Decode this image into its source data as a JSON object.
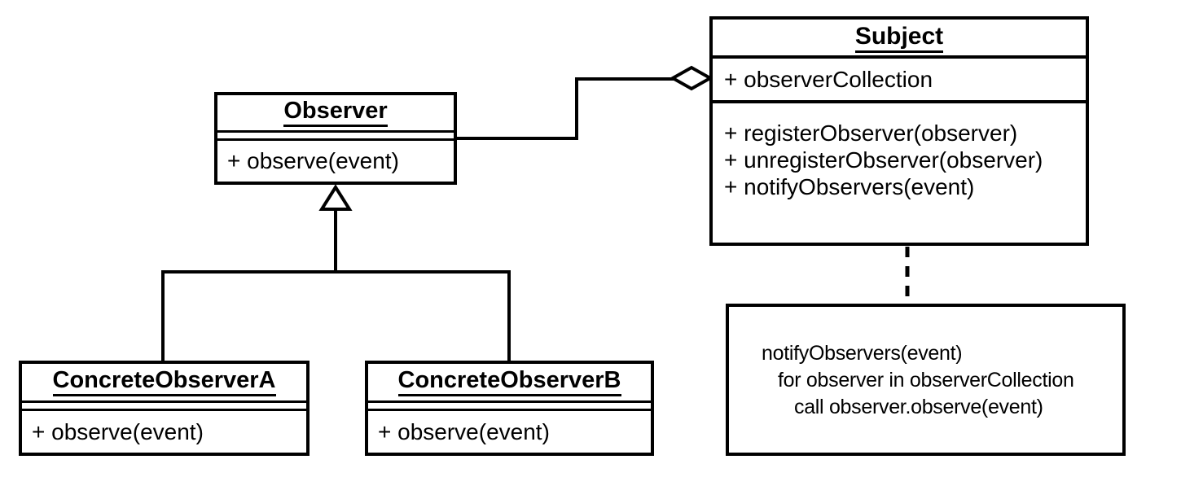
{
  "diagram": {
    "kind": "uml-class-diagram",
    "pattern": "Observer"
  },
  "classes": {
    "subject": {
      "title": "Subject",
      "attribute": "+ observerCollection",
      "methods": [
        "+ registerObserver(observer)",
        "+ unregisterObserver(observer)",
        "+ notifyObservers(event)"
      ]
    },
    "observer": {
      "title": "Observer",
      "method": "+ observe(event)"
    },
    "concrete_a": {
      "title": "ConcreteObserverA",
      "method": "+ observe(event)"
    },
    "concrete_b": {
      "title": "ConcreteObserverB",
      "method": "+ observe(event)"
    }
  },
  "note": {
    "lines": [
      "notifyObservers(event)",
      "for observer in observerCollection",
      "call observer.observe(event)"
    ]
  },
  "relations": {
    "aggregation": "Subject has observerCollection of Observer",
    "inheritance": "ConcreteObserverA and ConcreteObserverB extend Observer",
    "note_link": "note attached to Subject"
  },
  "colors": {
    "line": "#000000",
    "background": "#ffffff",
    "fill": "#ffffff"
  }
}
